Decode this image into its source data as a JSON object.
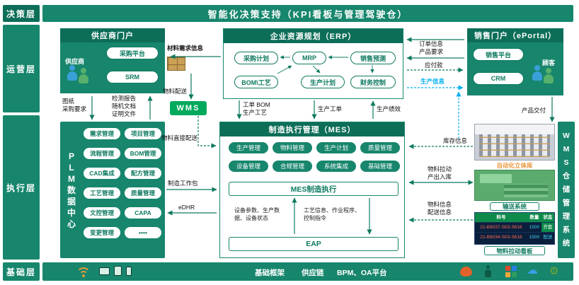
{
  "colors": {
    "teal": "#17866d",
    "dark_green": "#0d6e58",
    "wms_green": "#00a95c",
    "blue": "#00b0f0",
    "orange": "#e8973c"
  },
  "layers": {
    "decision": "决策层",
    "operation": "运营层",
    "execution": "执行层",
    "foundation": "基础层"
  },
  "banner": "智能化决策支持（KPI看板与管理驾驶仓）",
  "supplier": {
    "title": "供应商门户",
    "platform": "采购平台",
    "srm": "SRM",
    "actor": "供应商"
  },
  "erp": {
    "title": "企业资源规划（ERP）",
    "buttons": [
      "采购计划",
      "MRP",
      "销售预测",
      "BOM\\工艺",
      "生产计划",
      "财务控制"
    ]
  },
  "sales": {
    "title": "销售门户（ePortal）",
    "platform": "销售平台",
    "crm": "CRM",
    "actor": "顾客"
  },
  "wms_box": "WMS",
  "plm": {
    "vertical": "P\nL\nM\n数\n据\n中\n心",
    "items": [
      "需求管理",
      "项目管理",
      "流程管理",
      "BOM管理",
      "CAD集成",
      "配方管理",
      "工艺管理",
      "质量管理",
      "文控管理",
      "CAPA",
      "变更管理",
      "••••"
    ]
  },
  "mes": {
    "title": "制造执行管理（MES）",
    "modules": [
      "生产管理",
      "物料管理",
      "生产计划",
      "质量管理",
      "设备管理",
      "合规管理",
      "系统集成",
      "基础管理"
    ],
    "exec_bar": "MES制造执行",
    "eap": "EAP",
    "note_left": "设备参数、生产数\n据、设备状态",
    "note_right": "工艺信息、作业程序、\n控制指令"
  },
  "wms_right": {
    "vertical": "W\nM\nS\n仓\n储\n管\n理\n系\n统",
    "label1": "自动化立体库",
    "label2": "输送系统",
    "label3": "物料拉动看板",
    "kanban": {
      "headers": [
        "料号",
        "数量",
        "状态"
      ],
      "rows": [
        {
          "id": "21-B6037-S03-S618",
          "qty": "1500",
          "status": "齐套"
        },
        {
          "id": "21-B6034-S03-S618",
          "qty": "1500",
          "status": "配送"
        }
      ]
    }
  },
  "flows": {
    "material_demand": "材料需求信息",
    "material_delivery": "物料配送",
    "direct_delivery": "物料直接配送",
    "work_bom": "工单 BOM\n生产工艺",
    "prod_order": "生产工单",
    "prod_perf": "生产绩效",
    "order_info": "订单信息\n产品要求",
    "payable": "应付款",
    "prod_info": "生产信息",
    "delivery": "产品交付",
    "inventory": "库存信息",
    "pull": "物料拉动\n产出入库",
    "mat_info": "物料信息\n配送信息",
    "mfg_package": "制造工作包",
    "edhr": "eDHR",
    "drawing": "图纸\n采购要求",
    "reports": "检测报告\n随机文档\n证明文件"
  },
  "foundation": {
    "items": [
      "基础框架",
      "供应链",
      "BPM、OA平台"
    ]
  }
}
